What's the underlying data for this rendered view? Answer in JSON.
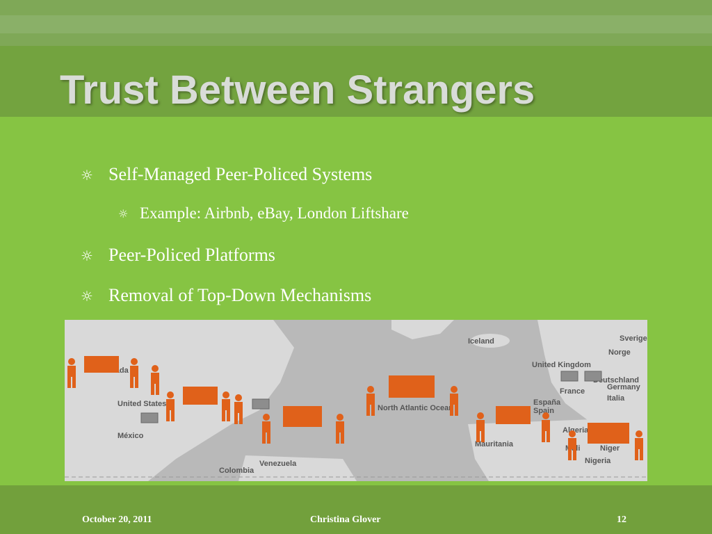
{
  "slide": {
    "title": "Trust Between Strangers",
    "bullets": [
      {
        "level": 1,
        "text": "Self-Managed Peer-Policed Systems"
      },
      {
        "level": 2,
        "text": "Example: Airbnb, eBay, London Liftshare"
      },
      {
        "level": 1,
        "text": "Peer-Policed Platforms"
      },
      {
        "level": 1,
        "text": "Removal of Top-Down Mechanisms"
      }
    ],
    "bullet_symbol": "☼"
  },
  "map": {
    "labels": [
      "Iceland",
      "Sverige",
      "Norge",
      "United Kingdom",
      "Deutschland",
      "Germany",
      "France",
      "Italia",
      "España",
      "Spain",
      "North Atlantic Ocean",
      "Algeria",
      "Mauritania",
      "Mali",
      "Niger",
      "Nigeria",
      "Canada",
      "United States",
      "México",
      "Venezuela",
      "Colombia"
    ],
    "colors": {
      "land": "#d6d6d6",
      "water": "#b3b3b3",
      "figure": "#e0611a",
      "labels": "#555555"
    },
    "icon": "people-sharing-figures-icon"
  },
  "footer": {
    "date": "October 20, 2011",
    "author": "Christina Glover",
    "page": "12"
  }
}
